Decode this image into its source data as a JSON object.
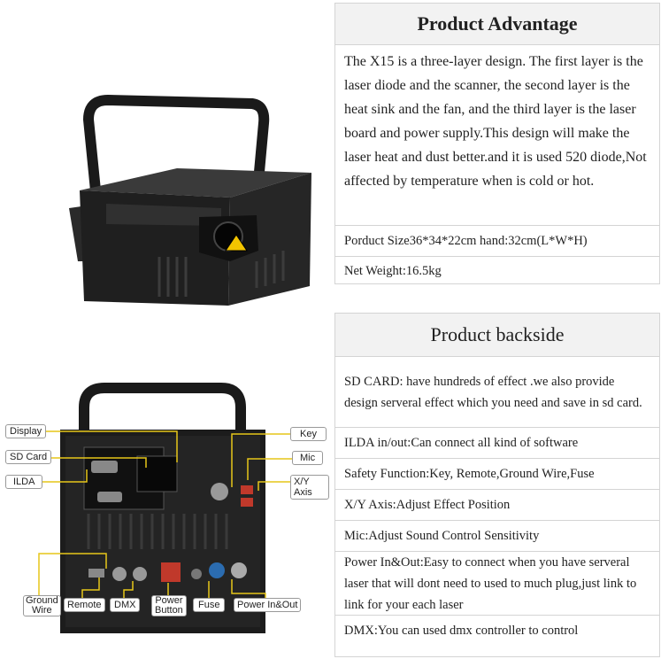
{
  "advantage": {
    "title": "Product Advantage",
    "description": "The X15 is a three-layer design. The first layer is the laser diode and the scanner, the second layer is the heat sink and the fan, and the third layer is the laser board and power supply.This design will make the laser heat and dust better.and it is used 520 diode,Not affected by temperature when is cold or hot.",
    "size": "Porduct Size36*34*22cm hand:32cm(L*W*H)",
    "weight": "Net Weight:16.5kg"
  },
  "backside": {
    "title": "Product backside",
    "rows": [
      "SD CARD: have hundreds of effect .we also provide design serveral effect which you need and save in sd card.",
      "ILDA in/out:Can connect all kind of software",
      "Safety Function:Key, Remote,Ground Wire,Fuse",
      "X/Y Axis:Adjust Effect Position",
      "Mic:Adjust Sound Control Sensitivity",
      "Power In&Out:Easy to connect when you have serveral laser that will dont need to used to much plug,just link to link for your each laser",
      "DMX:You can used dmx controller to control"
    ]
  },
  "callouts": {
    "display": "Display",
    "sd_card": "SD Card",
    "ilda": "ILDA",
    "key": "Key",
    "mic": "Mic",
    "xy_axis": "X/Y Axis",
    "ground_wire_1": "Ground",
    "ground_wire_2": "Wire",
    "remote": "Remote",
    "dmx": "DMX",
    "power_button_1": "Power",
    "power_button_2": "Button",
    "fuse": "Fuse",
    "power_in_out": "Power In&Out"
  }
}
